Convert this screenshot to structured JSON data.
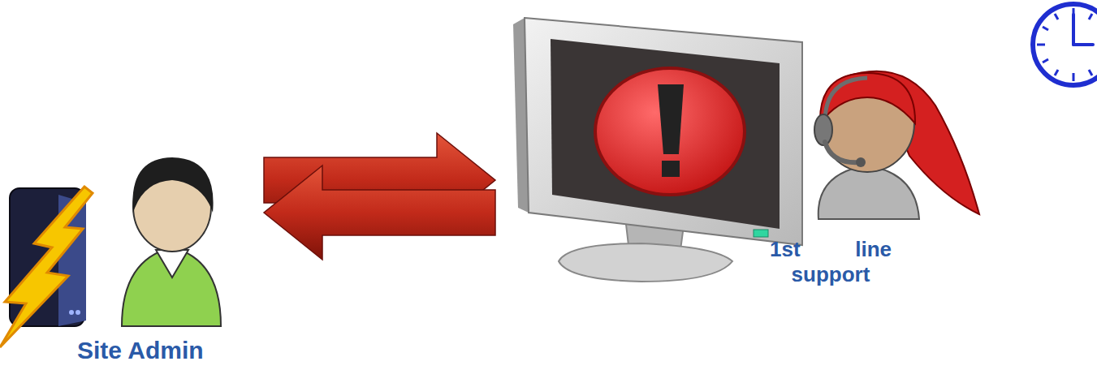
{
  "diagram": {
    "nodes": [
      {
        "text": [
          "Site Admin"
        ]
      },
      {
        "text": [
          "1st line support"
        ]
      }
    ],
    "edges": [
      {
        "from": 0,
        "to": 1,
        "arrow": "to"
      },
      {
        "from": 1,
        "to": 0,
        "arrow": "to"
      }
    ]
  }
}
